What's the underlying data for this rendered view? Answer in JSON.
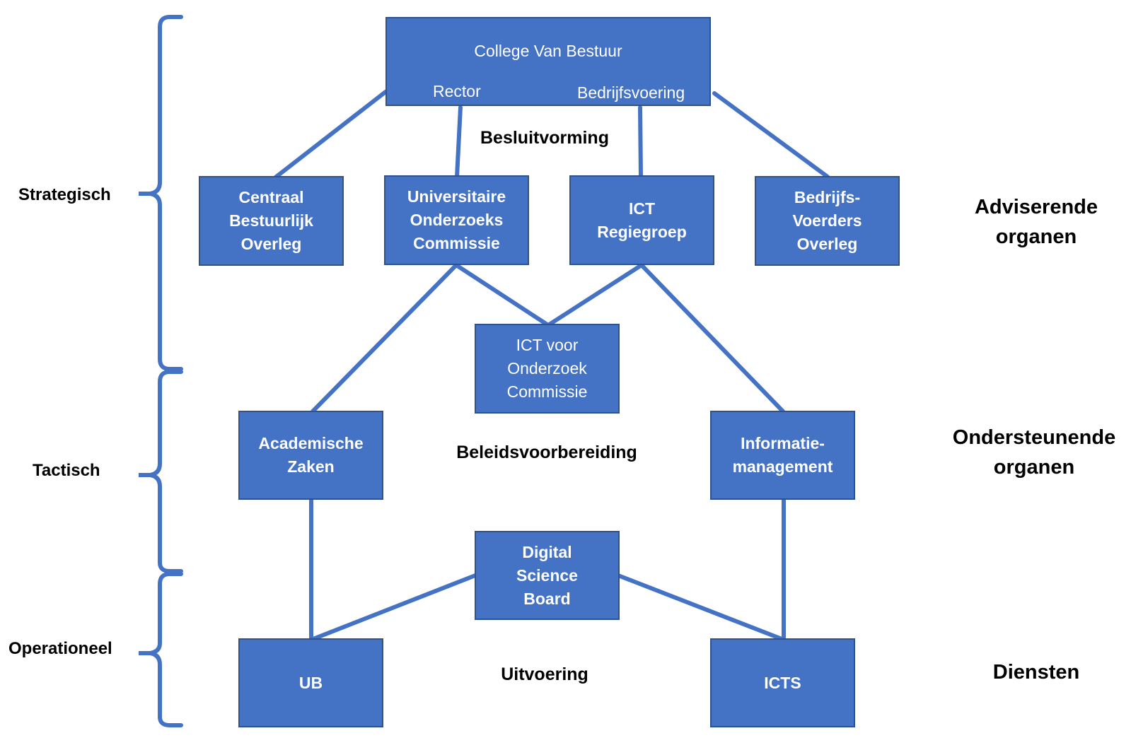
{
  "levels": {
    "strategic": "Strategisch",
    "tactical": "Tactisch",
    "operational": "Operationeel"
  },
  "phases": {
    "decision": "Besluitvorming",
    "policy": "Beleidsvoorbereiding",
    "execution": "Uitvoering"
  },
  "categories": {
    "advisory": "Adviserende\norganen",
    "supporting": "Ondersteunende\norganen",
    "services": "Diensten"
  },
  "nodes": {
    "cvb": {
      "title": "College Van Bestuur",
      "rector": "Rector",
      "operations": "Bedrijfsvoering"
    },
    "cbo": "Centraal\nBestuurlijk\nOverleg",
    "uoc": "Universitaire\nOnderzoeks\nCommissie",
    "ict_regie": "ICT\nRegiegroep",
    "bvo": "Bedrijfs-\nVoerders\nOverleg",
    "ict_onderzoek": "ICT voor\nOnderzoek\nCommissie",
    "academische_zaken": "Academische\nZaken",
    "informatiemanagement": "Informatie-\nmanagement",
    "digital_science_board": "Digital\nScience\nBoard",
    "ub": "UB",
    "icts": "ICTS"
  },
  "colors": {
    "box_fill": "#4472C4",
    "box_border": "#2F528F",
    "connector": "#4472C4"
  }
}
